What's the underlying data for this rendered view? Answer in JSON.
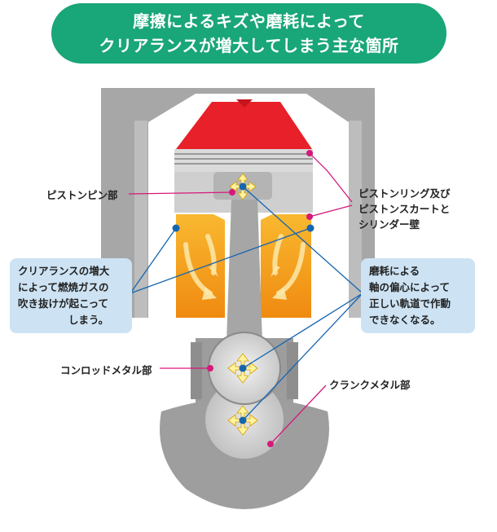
{
  "title": {
    "line1": "摩擦によるキズや磨耗によって",
    "line2": "クリアランスが増大してしまう主な箇所"
  },
  "labels": {
    "piston_pin": "ピストンピン部",
    "piston_ring_1": "ピストンリング及び",
    "piston_ring_2": "ピストンスカートと",
    "piston_ring_3": "シリンダー壁",
    "conrod_metal": "コンロッドメタル部",
    "crank_metal": "クランクメタル部"
  },
  "callouts": {
    "clearance": [
      "クリアランスの増大",
      "によって燃焼ガスの",
      "吹き抜けが起こって",
      "しまう。"
    ],
    "wear": [
      "磨耗による",
      "軸の偏心によって",
      "正しい軌道で作動",
      "できなくなる。"
    ]
  },
  "colors": {
    "banner": "#19a678",
    "callout_bg": "#cde3f4",
    "pink_line": "#d6197a",
    "blue_line": "#1565b0",
    "combustion": "#e8202a",
    "gas": "#f39a1e"
  }
}
